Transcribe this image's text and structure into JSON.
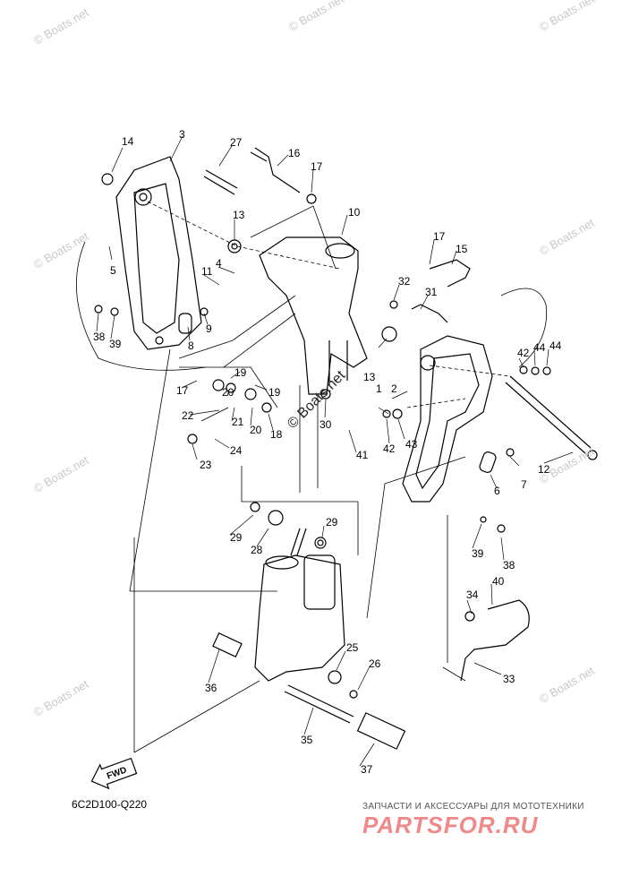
{
  "watermark": "© Boats.net",
  "diagram_code": "6C2D100-Q220",
  "fwd_label": "FWD",
  "brand": {
    "tagline": "ЗАПЧАСТИ И АКСЕССУАРЫ ДЛЯ МОТОТЕХНИКИ",
    "logo": "PARTSFOR.RU"
  },
  "callouts": [
    "1",
    "2",
    "3",
    "4",
    "5",
    "6",
    "7",
    "8",
    "9",
    "10",
    "11",
    "12",
    "13",
    "13",
    "14",
    "15",
    "16",
    "17",
    "17",
    "17",
    "18",
    "19",
    "19",
    "20",
    "20",
    "21",
    "22",
    "23",
    "24",
    "25",
    "26",
    "27",
    "28",
    "29",
    "29",
    "30",
    "31",
    "32",
    "33",
    "34",
    "35",
    "36",
    "37",
    "38",
    "38",
    "39",
    "39",
    "40",
    "41",
    "42",
    "42",
    "43",
    "44",
    "44"
  ]
}
